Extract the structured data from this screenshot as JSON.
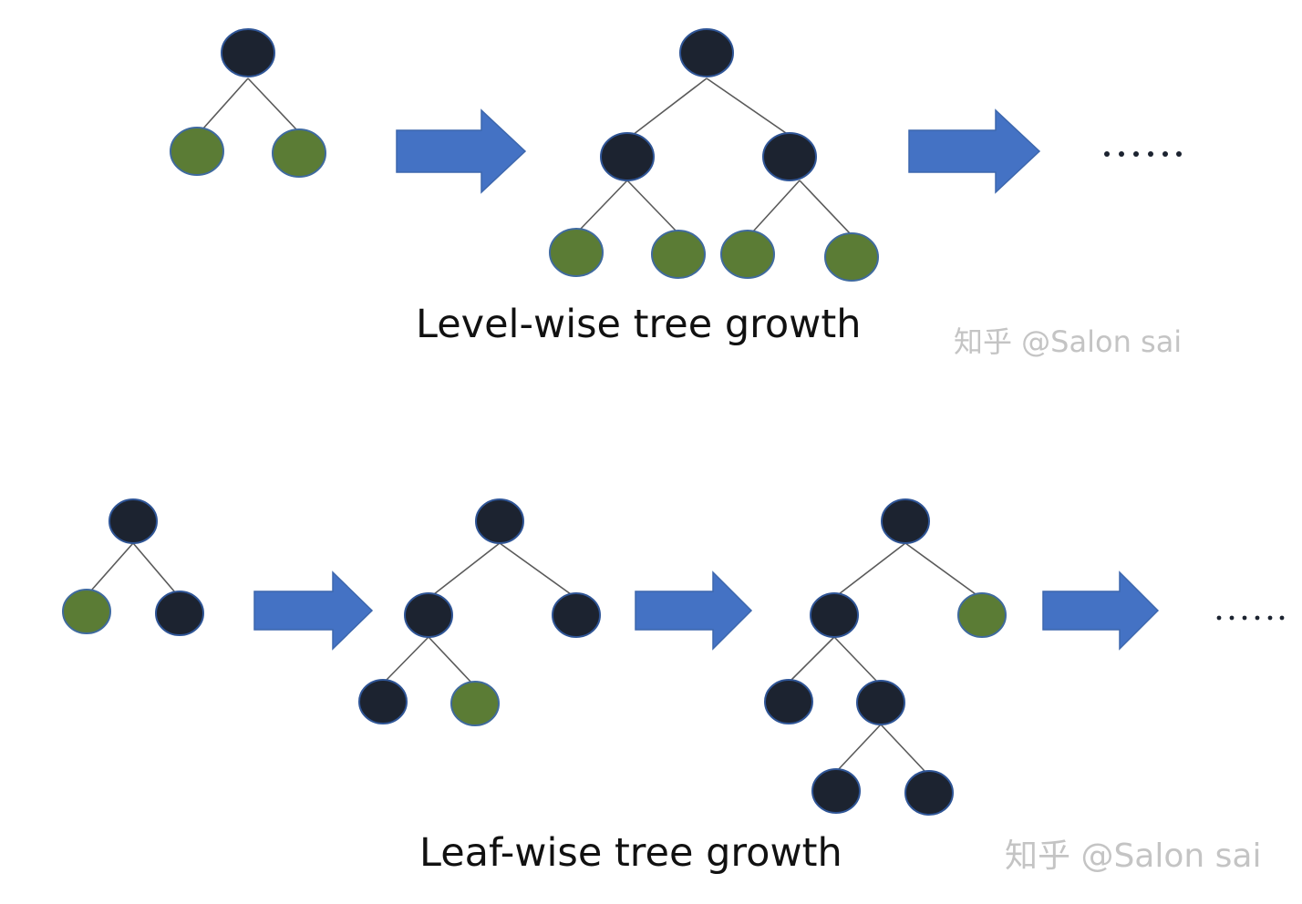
{
  "colors": {
    "split_node_fill": "#1c2330",
    "split_node_stroke": "#2f5596",
    "leaf_node_fill": "#5b7c35",
    "leaf_node_stroke": "#3f6a9e",
    "edge": "#5a5a5a",
    "arrow_fill": "#4472c4",
    "arrow_stroke": "#3d67ad",
    "caption_text": "#111111",
    "watermark_text": "#c4c4c4"
  },
  "captions": {
    "level_wise": "Level-wise tree growth",
    "leaf_wise": "Leaf-wise tree growth"
  },
  "watermarks": {
    "top": "知乎 @Salon sai",
    "bottom": "知乎 @Salon sai"
  },
  "continuation_marker": "......",
  "level_wise_row": {
    "trees": [
      {
        "nodes": [
          "split",
          "leaf",
          "leaf"
        ]
      },
      {
        "nodes": [
          "split",
          "split",
          "split",
          "leaf",
          "leaf",
          "leaf",
          "leaf"
        ]
      }
    ],
    "arrows": 2,
    "ends_with_ellipsis": true
  },
  "leaf_wise_row": {
    "trees": [
      {
        "nodes": [
          "split",
          "leaf",
          "split"
        ]
      },
      {
        "nodes": [
          "split",
          "split",
          "split",
          "split",
          "leaf"
        ]
      },
      {
        "nodes": [
          "split",
          "split",
          "leaf",
          "split",
          "split",
          "split",
          "split"
        ]
      }
    ],
    "arrows": 3,
    "ends_with_ellipsis": true
  }
}
